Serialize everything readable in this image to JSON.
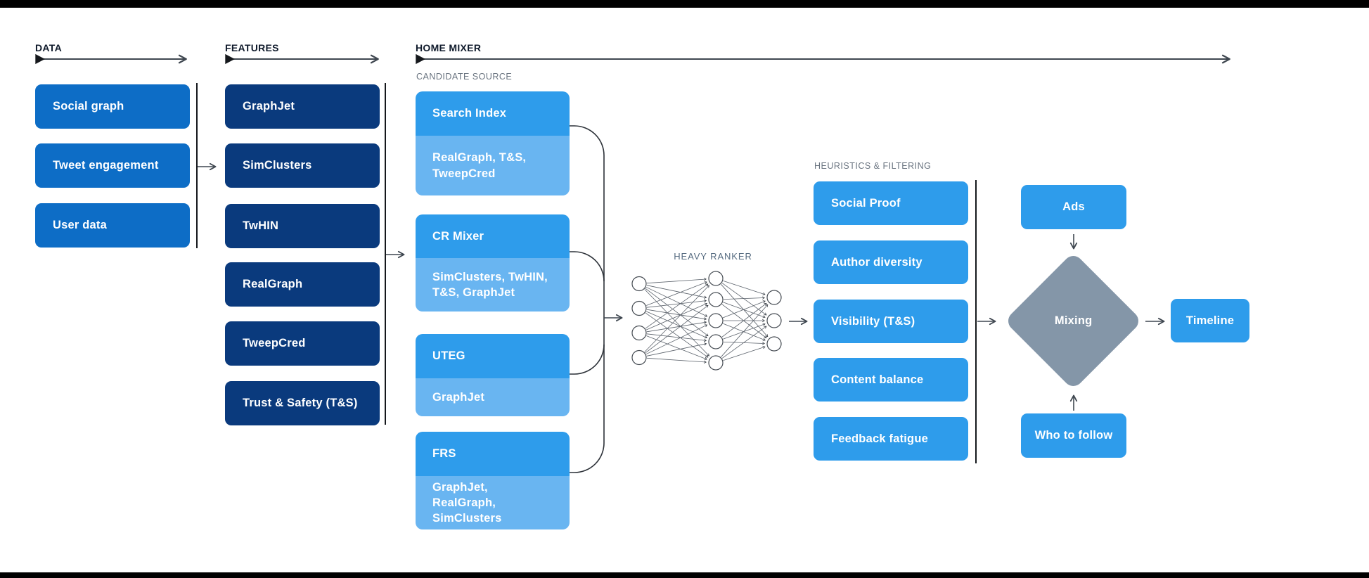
{
  "sections": {
    "data": {
      "label": "DATA",
      "items": [
        "Social graph",
        "Tweet engagement",
        "User data"
      ]
    },
    "features": {
      "label": "FEATURES",
      "items": [
        "GraphJet",
        "SimClusters",
        "TwHIN",
        "RealGraph",
        "TweepCred",
        "Trust & Safety (T&S)"
      ]
    },
    "home_mixer": {
      "label": "HOME MIXER",
      "candidate_source": {
        "label": "CANDIDATE SOURCE",
        "sources": [
          {
            "name": "Search Index",
            "features": "RealGraph, T&S, TweepCred"
          },
          {
            "name": "CR Mixer",
            "features": "SimClusters, TwHIN, T&S, GraphJet"
          },
          {
            "name": "UTEG",
            "features": "GraphJet"
          },
          {
            "name": "FRS",
            "features": "GraphJet, RealGraph, SimClusters"
          }
        ]
      },
      "heavy_ranker": {
        "label": "HEAVY RANKER",
        "network_layers": [
          4,
          5,
          3
        ]
      },
      "heuristics": {
        "label": "HEURISTICS & FILTERING",
        "items": [
          "Social Proof",
          "Author diversity",
          "Visibility (T&S)",
          "Content balance",
          "Feedback fatigue"
        ]
      },
      "mixing": {
        "ads_label": "Ads",
        "mixing_label": "Mixing",
        "who_to_follow_label": "Who to follow",
        "timeline_label": "Timeline"
      }
    }
  },
  "colors": {
    "data_box_blue": "#0d6dc6",
    "feature_box_navy": "#0a3a7d",
    "primary_blue": "#2e9ceb",
    "light_blue": "#69b5f1",
    "diamond_gray": "#8496a8",
    "line_dark": "#3f4750",
    "label_gray": "#6a7480"
  }
}
